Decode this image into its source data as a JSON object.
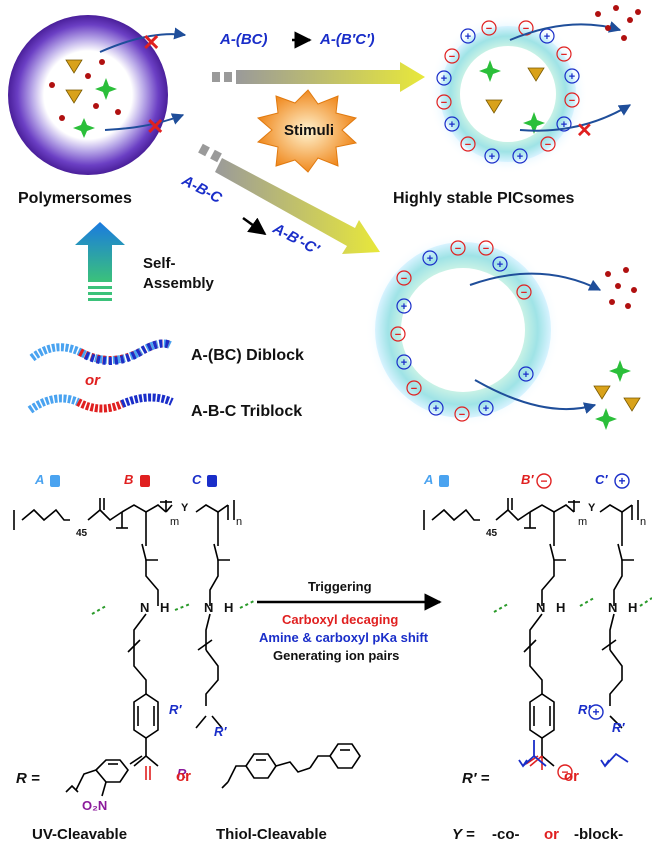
{
  "top": {
    "polymersomes_label": "Polymersomes",
    "picsomes_label": "Highly stable PICsomes",
    "stimuli_label": "Stimuli",
    "self_assembly_line1": "Self-",
    "self_assembly_line2": "Assembly",
    "arrow_diblock_from": "A-(BC)",
    "arrow_diblock_to": "A-(B′C′)",
    "arrow_triblock_from": "A-B-C",
    "arrow_triblock_to": "A-B′-C′",
    "or_label": "or",
    "diblock_label": "A-(BC) Diblock",
    "triblock_label": "A-B-C Triblock"
  },
  "structures": {
    "block_a": "A",
    "block_b": "B",
    "block_c": "C",
    "block_b_prime": "B′",
    "block_c_prime": "C′",
    "peg_repeat": "45",
    "m_label": "m",
    "n_label": "n",
    "y_label": "Y",
    "r_prime": "R′",
    "r_group": "R",
    "nh": "N",
    "h": "H"
  },
  "reaction": {
    "trigger_label": "Triggering",
    "line1": "Carboxyl decaging",
    "line2": "Amine & carboxyl pKa shift",
    "line3": "Generating ion pairs"
  },
  "bottom": {
    "r_equals": "R =",
    "r_or": "or",
    "nitro": "O₂N",
    "r_prime_equals": "R′ =",
    "r_prime_or": "or",
    "uv_label": "UV-Cleavable",
    "thiol_label": "Thiol-Cleavable",
    "y_equals": "Y =",
    "y_co": "-co-",
    "y_or": "or",
    "y_block": "-block-"
  },
  "colors": {
    "block_a": "#4aa3f0",
    "block_b": "#e02020",
    "block_c": "#1a2ec9",
    "purple": "#8b1a9b",
    "green_hbond": "#2a9a2a"
  }
}
